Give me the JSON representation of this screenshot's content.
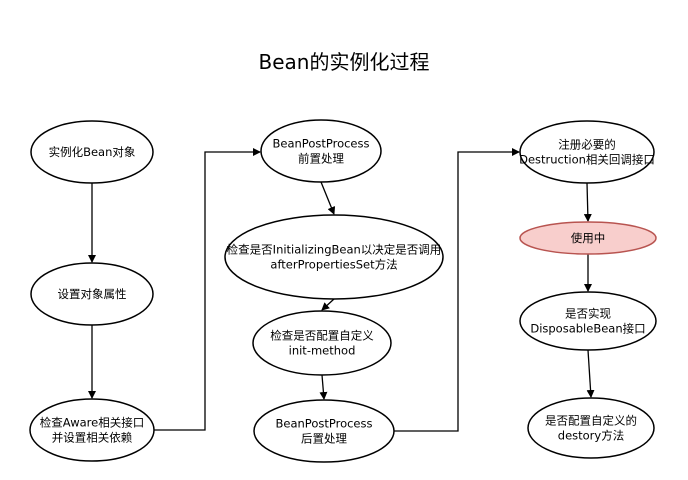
{
  "title": "Bean的实例化过程",
  "colors": {
    "node_fill": "#ffffff",
    "node_stroke": "#000000",
    "highlight_fill": "#f8cecc",
    "highlight_stroke": "#b85450",
    "edge": "#000000"
  },
  "columns": [
    {
      "nodes": [
        {
          "lines": [
            "实例化Bean对象"
          ]
        },
        {
          "lines": [
            "设置对象属性"
          ]
        },
        {
          "lines": [
            "检查Aware相关接口",
            "并设置相关依赖"
          ]
        }
      ]
    },
    {
      "nodes": [
        {
          "lines": [
            "BeanPostProcess",
            "前置处理"
          ]
        },
        {
          "lines": [
            "检查是否InitializingBean以决定是否调用",
            "afterPropertiesSet方法"
          ]
        },
        {
          "lines": [
            "检查是否配置自定义",
            "init-method"
          ]
        },
        {
          "lines": [
            "BeanPostProcess",
            "后置处理"
          ]
        }
      ]
    },
    {
      "nodes": [
        {
          "lines": [
            "注册必要的",
            "Destruction相关回调接口"
          ]
        },
        {
          "lines": [
            "使用中"
          ],
          "highlight": true
        },
        {
          "lines": [
            "是否实现",
            "DisposableBean接口"
          ]
        },
        {
          "lines": [
            "是否配置自定义的",
            "destory方法"
          ]
        }
      ]
    }
  ]
}
